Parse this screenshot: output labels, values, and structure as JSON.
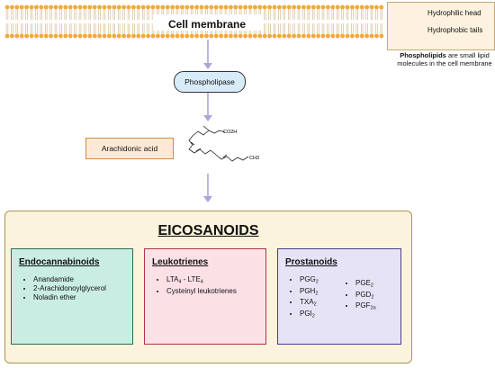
{
  "membrane": {
    "label": "Cell membrane"
  },
  "legend": {
    "head_label": "Hydrophilic head",
    "tail_label": "Hydrophobic tails",
    "caption_bold": "Phospholipids",
    "caption_rest": " are small lipid molecules in the cell membrane"
  },
  "enzyme": {
    "label": "Phospholipase"
  },
  "product": {
    "label": "Arachidonic acid"
  },
  "molecule": {
    "top_group": "CO2H",
    "bottom_group": "CH3"
  },
  "eicosanoids": {
    "title": "EICOSANOIDS",
    "endocannabinoids": {
      "title": "Endocannabinoids",
      "items": [
        "Anandamide",
        "2-Arachidonoylglycerol",
        "Noladin ether"
      ]
    },
    "leukotrienes": {
      "title": "Leukotrienes",
      "items": [
        {
          "base": "LTA",
          "sub": "4",
          "mid": " - LTE",
          "sub2": "4"
        },
        {
          "base": "Cysteinyl leukotrienes"
        }
      ]
    },
    "prostanoids": {
      "title": "Prostanoids",
      "col1": [
        {
          "base": "PGG",
          "sub": "2"
        },
        {
          "base": "PGH",
          "sub": "2"
        },
        {
          "base": "TXA",
          "sub": "2"
        },
        {
          "base": "PGI",
          "sub": "2"
        }
      ],
      "col2": [
        {
          "base": "PGE",
          "sub": "2"
        },
        {
          "base": "PGD",
          "sub": "2"
        },
        {
          "base": "PGF",
          "sub": "2α"
        }
      ]
    }
  },
  "colors": {
    "membrane_head": "#f4a83a",
    "arrow": "#aaa6d8",
    "endocannabinoids_fill": "#c9ede3",
    "endocannabinoids_border": "#2e6e4e",
    "leukotrienes_fill": "#fbe1e6",
    "leukotrienes_border": "#b0344e",
    "prostanoids_fill": "#e6e3f6",
    "prostanoids_border": "#4a3e8c"
  }
}
